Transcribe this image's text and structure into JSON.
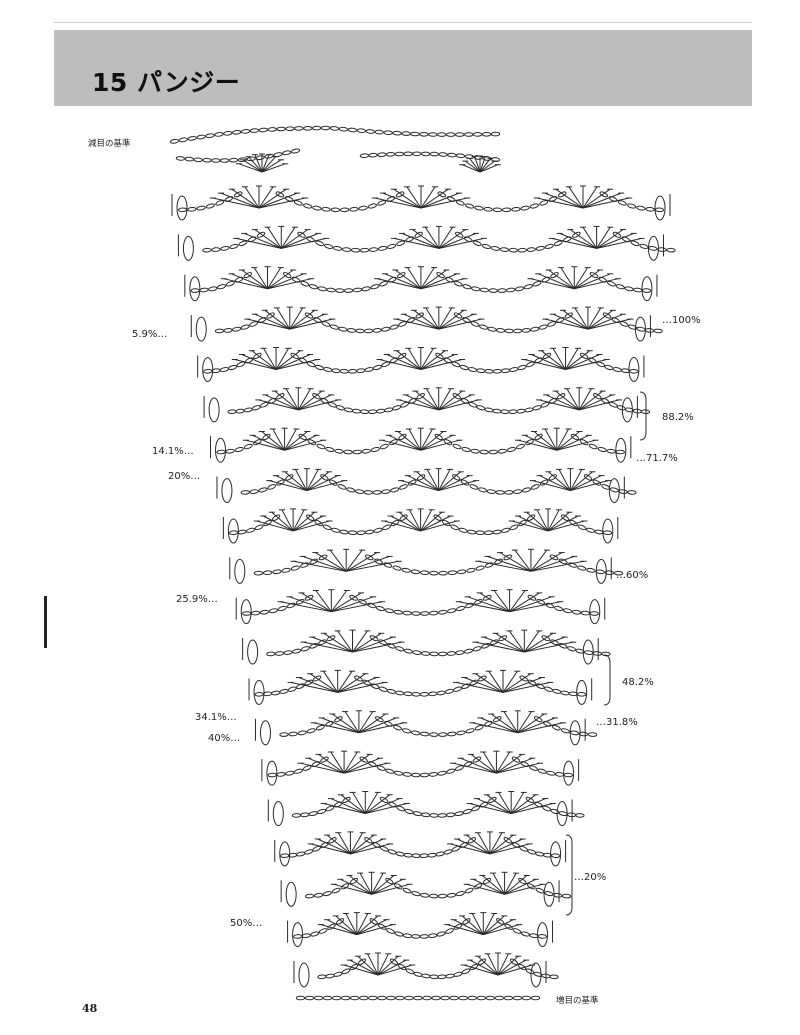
{
  "header": {
    "title": "15 パンジー",
    "band_color": "#bdbdbd"
  },
  "labels": {
    "decrease_reference": "減目の基準",
    "increase_reference": "増目の基準",
    "page_number": "48"
  },
  "left_percentages": [
    "5.9%…",
    "14.1%…",
    "20%…",
    "25.9%…",
    "34.1%…",
    "40%…",
    "50%…"
  ],
  "right_percentages": [
    "…100%",
    "88.2%",
    "…71.7%",
    "…60%",
    "48.2%",
    "…31.8%",
    "…20%"
  ],
  "icons": [
    "chain-stitch-icon",
    "double-crochet-icon",
    "shell-fan-icon",
    "picot-icon"
  ]
}
